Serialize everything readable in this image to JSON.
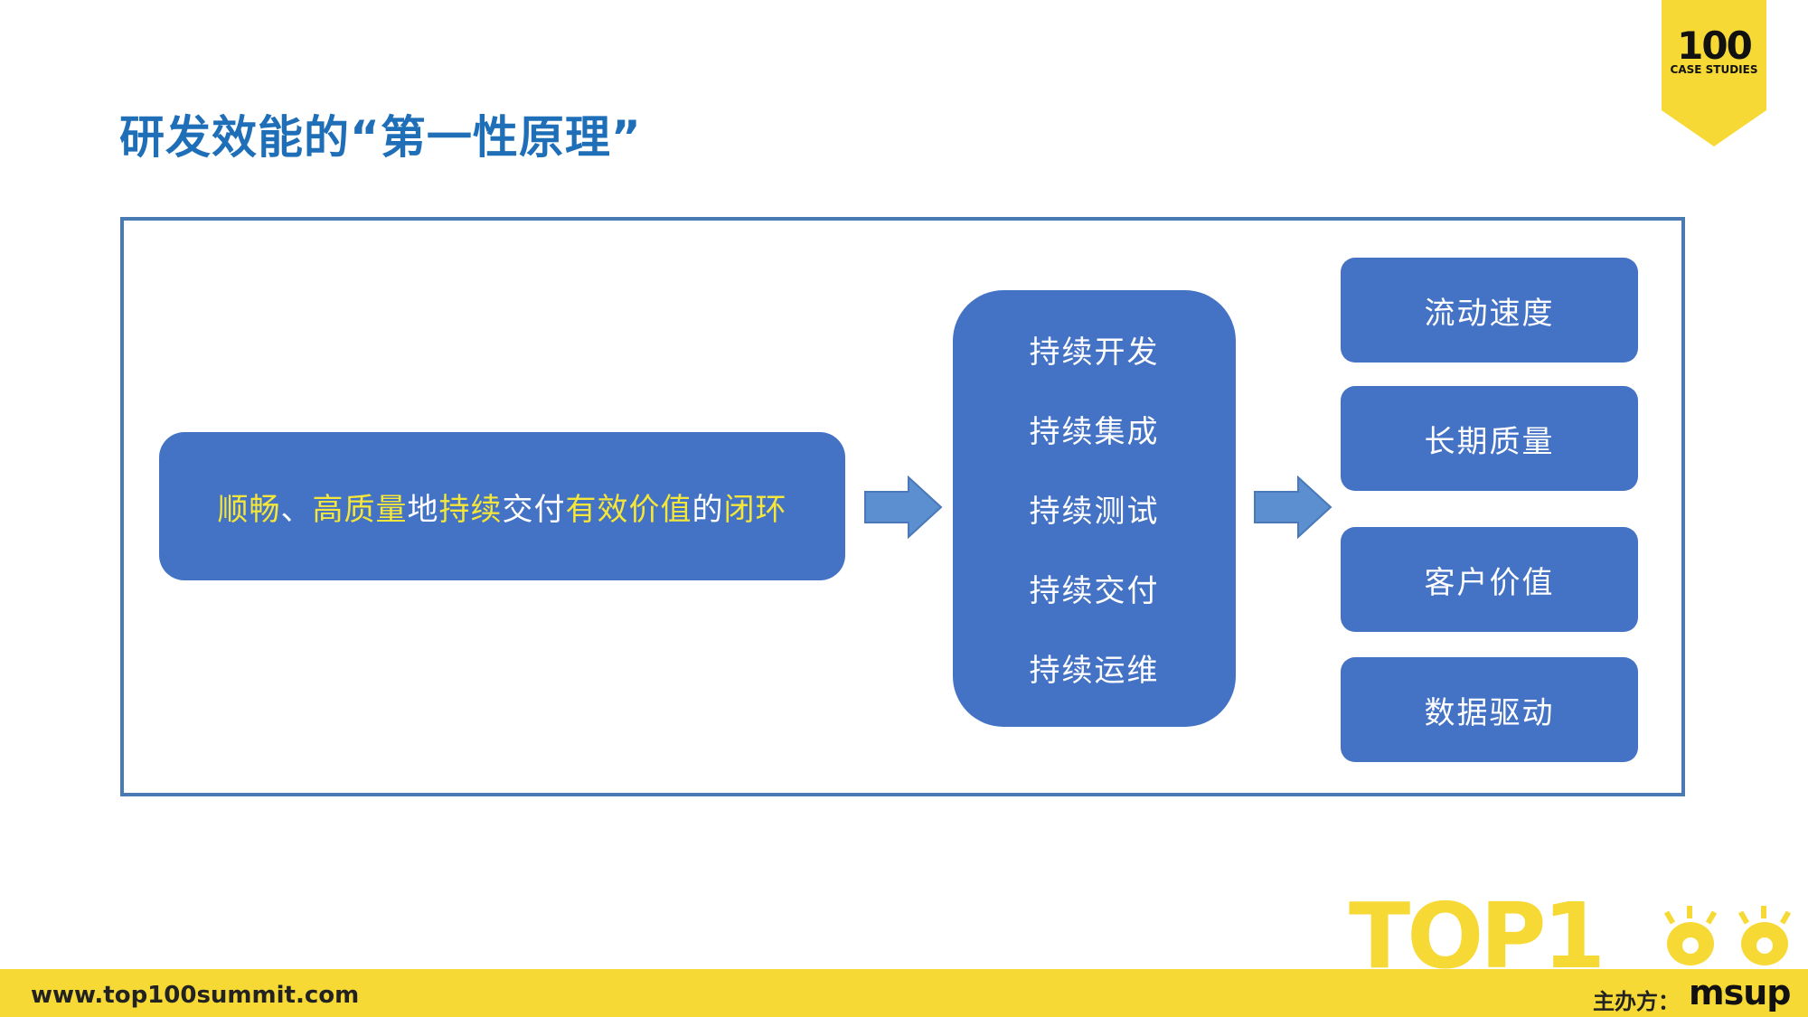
{
  "slide": {
    "title": "研发效能的“第一性原理”",
    "badge": {
      "number": "100",
      "subtitle": "CASE STUDIES"
    },
    "goal": {
      "segments": [
        {
          "text": "顺畅",
          "color": "#f5e63a"
        },
        {
          "text": "、",
          "color": "#ffffff"
        },
        {
          "text": "高质量",
          "color": "#f5e63a"
        },
        {
          "text": "地",
          "color": "#ffffff"
        },
        {
          "text": "持续",
          "color": "#f5e63a"
        },
        {
          "text": "交付",
          "color": "#ffffff"
        },
        {
          "text": "有效价值",
          "color": "#f5e63a"
        },
        {
          "text": "的",
          "color": "#ffffff"
        },
        {
          "text": "闭环",
          "color": "#f5e63a"
        }
      ]
    },
    "practices": [
      "持续开发",
      "持续集成",
      "持续测试",
      "持续交付",
      "持续运维"
    ],
    "metrics": [
      "流动速度",
      "长期质量",
      "客户价值",
      "数据驱动"
    ],
    "footer": {
      "url": "www.top100summit.com",
      "organizer_label": "主办方：",
      "organizer_name": "msup",
      "top_logo_text": "TOP1"
    },
    "colors": {
      "title": "#1f6fb8",
      "box_fill": "#4472c4",
      "frame": "#4a7ab4",
      "arrow": "#5b8fd0",
      "accent_yellow": "#f6d935",
      "highlight_text": "#f5e63a"
    }
  }
}
